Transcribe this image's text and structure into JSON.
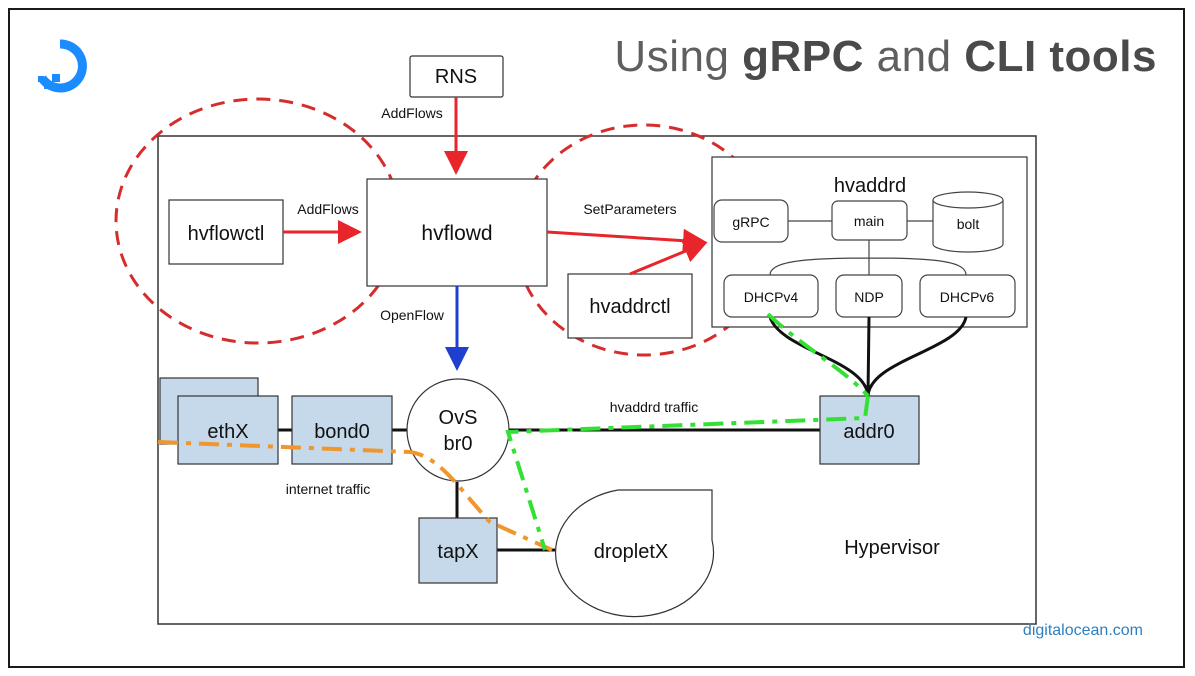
{
  "slide": {
    "title_prefix": "Using ",
    "title_bold1": "gRPC",
    "title_mid": " and ",
    "title_bold2": "CLI tools",
    "footer": "digitalocean.com",
    "logo": "digitalocean-logo-icon"
  },
  "diagram": {
    "nodes": {
      "rns": "RNS",
      "hvflowctl": "hvflowctl",
      "hvflowd": "hvflowd",
      "hvaddrd": "hvaddrd",
      "grpc": "gRPC",
      "main": "main",
      "bolt": "bolt",
      "dhcpv4": "DHCPv4",
      "ndp": "NDP",
      "dhcpv6": "DHCPv6",
      "hvaddrctl": "hvaddrctl",
      "ethx": "ethX",
      "bond0": "bond0",
      "ovs_line1": "OvS",
      "ovs_line2": "br0",
      "addr0": "addr0",
      "tapx": "tapX",
      "dropletx": "dropletX",
      "hypervisor": "Hypervisor"
    },
    "edge_labels": {
      "addflows_top": "AddFlows",
      "addflows_left": "AddFlows",
      "setparameters": "SetParameters",
      "openflow": "OpenFlow",
      "hvaddrd_traffic": "hvaddrd traffic",
      "internet_traffic": "internet traffic"
    },
    "colors": {
      "api_arrow": "#e8252a",
      "openflow_arrow": "#1f3fd0",
      "dashed_circle": "#d62c2c",
      "internet_traffic_line": "#f0962c",
      "hvaddrd_traffic_line": "#33e033",
      "interface_fill": "#c6d9ea"
    }
  }
}
